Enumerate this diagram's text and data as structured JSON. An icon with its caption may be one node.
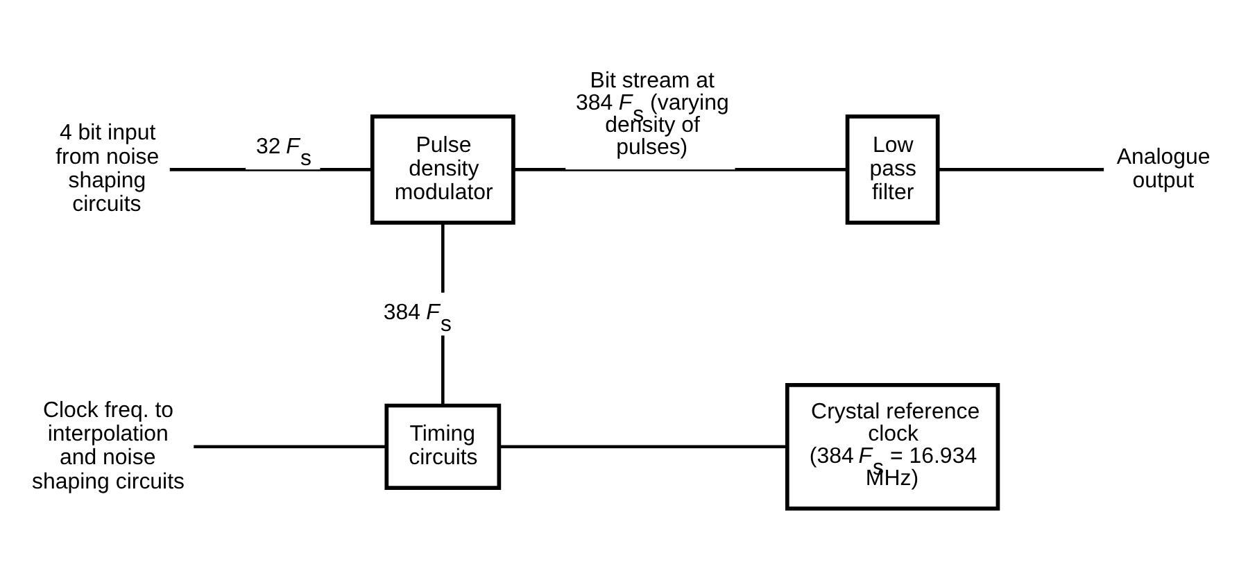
{
  "diagram": {
    "nodes": [
      {
        "text": [
          "4 bit input from noise shaping circuits"
        ]
      },
      {
        "text": [
          "Pulse density modulator"
        ]
      },
      {
        "text": [
          "Low pass filter"
        ]
      },
      {
        "text": [
          "Analogue output"
        ]
      },
      {
        "text": [
          "Clock freq. to interpolation and noise shaping circuits"
        ]
      },
      {
        "text": [
          "Timing circuits"
        ]
      },
      {
        "text": [
          "Crystal reference clock",
          "(384 *F*$_{s}$ = 16.934 MHz)"
        ]
      }
    ],
    "edges": [
      {
        "from": 0,
        "to": 1,
        "arrow": "none",
        "label": "32 *F*$_{s}$"
      },
      {
        "from": 1,
        "to": 2,
        "arrow": "none",
        "label": "Bit stream at 384 *F*$_{s}$ (varying density of pulses)"
      },
      {
        "from": 2,
        "to": 3,
        "arrow": "none"
      },
      {
        "from": 1,
        "to": 5,
        "arrow": "none",
        "label": "384 *F*$_{s}$"
      },
      {
        "from": 4,
        "to": 5,
        "arrow": "none"
      },
      {
        "from": 5,
        "to": 6,
        "arrow": "none"
      }
    ]
  }
}
